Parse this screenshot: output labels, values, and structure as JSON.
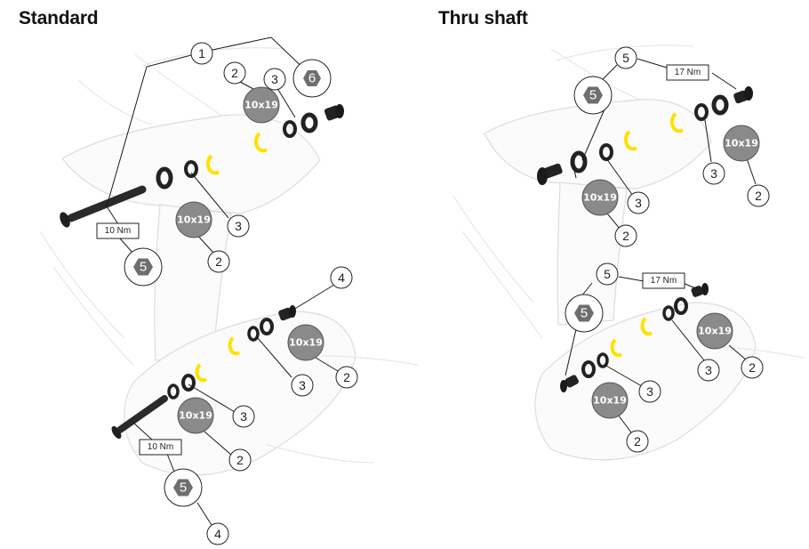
{
  "panels": {
    "standard": {
      "title": "Standard"
    },
    "thru": {
      "title": "Thru shaft"
    }
  },
  "labels": {
    "chip": "10x19",
    "torque_10": "10 Nm",
    "torque_17": "17 Nm"
  },
  "colors": {
    "chip_fill": "#8a8a8a",
    "hex_fill": "#6e6e6e",
    "accent_yellow": "#ffe100",
    "part_dark": "#2a2a2a"
  }
}
